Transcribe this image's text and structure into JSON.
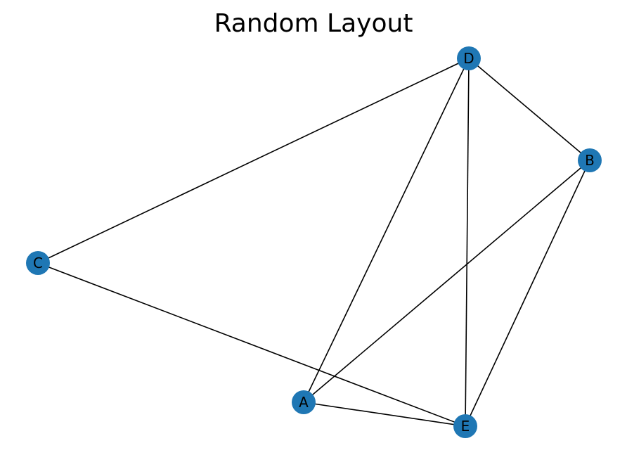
{
  "diagram": {
    "title": "Random Layout",
    "node_color": "#1f77b4",
    "edge_color": "#000000",
    "label_color": "#000000",
    "nodes": [
      {
        "id": "A",
        "label": "A"
      },
      {
        "id": "B",
        "label": "B"
      },
      {
        "id": "C",
        "label": "C"
      },
      {
        "id": "D",
        "label": "D"
      },
      {
        "id": "E",
        "label": "E"
      }
    ],
    "edges": [
      {
        "source": "C",
        "target": "D"
      },
      {
        "source": "C",
        "target": "E"
      },
      {
        "source": "D",
        "target": "B"
      },
      {
        "source": "D",
        "target": "A"
      },
      {
        "source": "D",
        "target": "E"
      },
      {
        "source": "B",
        "target": "A"
      },
      {
        "source": "B",
        "target": "E"
      },
      {
        "source": "A",
        "target": "E"
      }
    ]
  }
}
